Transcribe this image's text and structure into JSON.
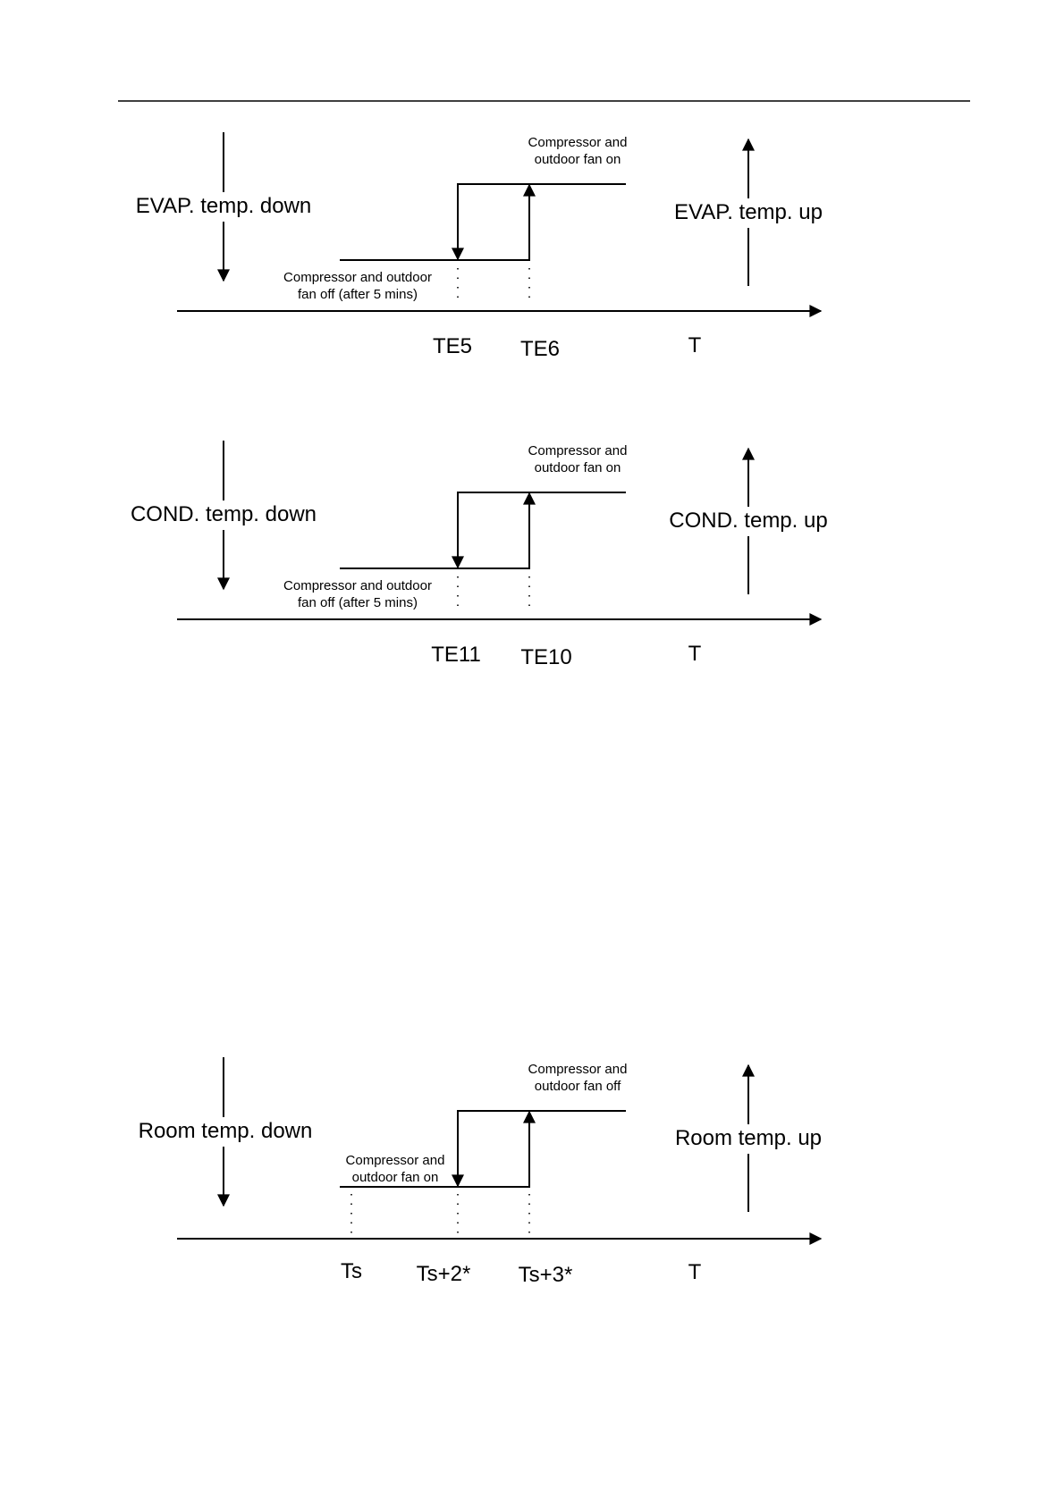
{
  "diagrams": [
    {
      "id": "evap",
      "left_label": "EVAP. temp. down",
      "right_label": "EVAP. temp. up",
      "top_note": [
        "Compressor and",
        "outdoor fan on"
      ],
      "bottom_note": [
        "Compressor and outdoor",
        "fan off (after 5 mins)"
      ],
      "ticks": [
        "TE5",
        "TE6"
      ],
      "axis_label": "T"
    },
    {
      "id": "cond",
      "left_label": "COND. temp. down",
      "right_label": "COND. temp. up",
      "top_note": [
        "Compressor and",
        "outdoor fan on"
      ],
      "bottom_note": [
        "Compressor and outdoor",
        "fan off (after 5 mins)"
      ],
      "ticks": [
        "TE11",
        "TE10"
      ],
      "axis_label": "T"
    },
    {
      "id": "room",
      "left_label": "Room temp. down",
      "right_label": "Room temp. up",
      "top_note": [
        "Compressor and",
        "outdoor fan off"
      ],
      "bottom_note": [
        "Compressor and",
        "outdoor fan on"
      ],
      "ticks": [
        "Ts",
        "Ts+2*",
        "Ts+3*"
      ],
      "axis_label": "T"
    }
  ]
}
